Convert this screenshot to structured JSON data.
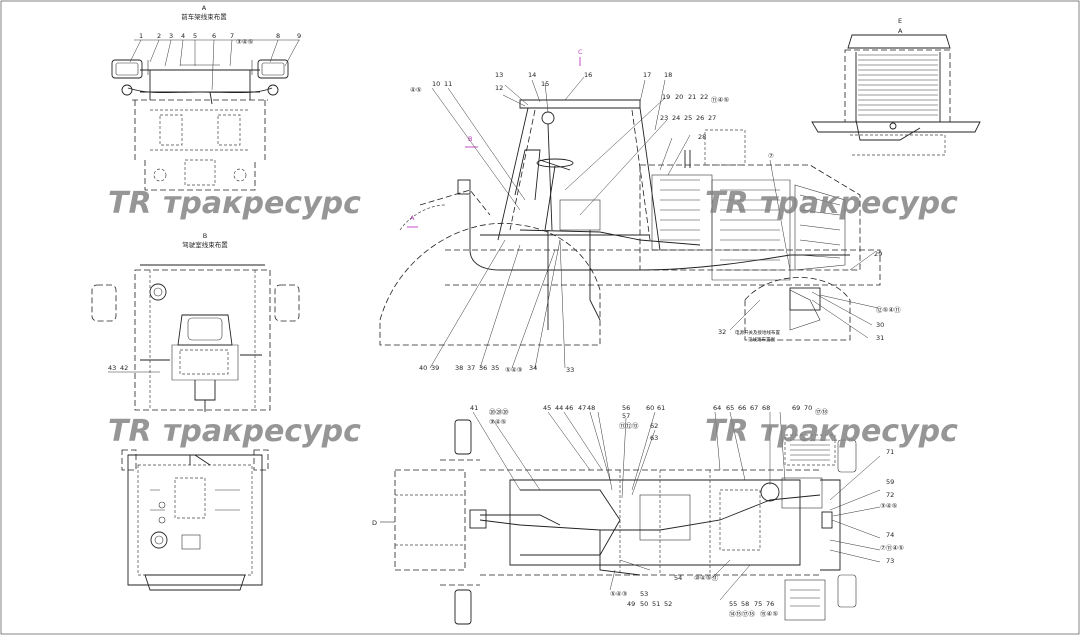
{
  "drawing": {
    "view_a_letter": "A",
    "view_a_title": "前车架线束布置",
    "view_b_letter": "B",
    "view_b_title": "驾驶室线束布置",
    "view_c_letter": "C",
    "view_e_letter": "E",
    "view_d_letter": "D",
    "side_label_a": "A",
    "side_label_b": "B",
    "note_text_1": "电源开关及接地线布置",
    "note_text_2": "见线路布置图",
    "callouts_view_a": [
      "1",
      "2",
      "3",
      "4",
      "5",
      "6",
      "7",
      "8",
      "9"
    ],
    "circle_group_a": "③④⑤",
    "callouts_side": [
      "10",
      "11",
      "12",
      "13",
      "14",
      "15",
      "16",
      "17",
      "18",
      "19",
      "20",
      "21",
      "22",
      "23",
      "24",
      "25",
      "26",
      "27",
      "28",
      "29",
      "30",
      "31",
      "32",
      "33",
      "34",
      "35",
      "36",
      "37",
      "38",
      "39",
      "40"
    ],
    "circle_group_side_top": "⑪④⑤",
    "circle_group_side_left": "④⑤",
    "circle_group_side_bottom": "⑤④③",
    "circle_group_side_right": "⑫⑤④⑪",
    "circle_marker_7": "⑦",
    "callouts_view_b": [
      "42",
      "43"
    ],
    "callouts_bottom": [
      "41",
      "44",
      "45",
      "46",
      "47",
      "48",
      "49",
      "50",
      "51",
      "52",
      "53",
      "54",
      "55",
      "56",
      "57",
      "58",
      "59",
      "60",
      "61",
      "62",
      "63",
      "64",
      "65",
      "66",
      "67",
      "68",
      "69",
      "70",
      "71",
      "72",
      "73",
      "74",
      "75",
      "76"
    ],
    "circle_group_bottom_1": "⑳⑳⑳",
    "circle_group_bottom_2": "③④⑤",
    "circle_group_bottom_3": "⑪⑫⑬",
    "circle_group_bottom_4": "⑤④③",
    "circle_group_bottom_5": "⑰⑱",
    "circle_group_bottom_6": "③④⑤",
    "circle_group_bottom_7": "⑦⑪④⑤",
    "circle_group_bottom_8": "⑭⑮⑰⑱",
    "circle_group_bottom_9": "⑩④⑤⑪",
    "circle_group_bottom_10": "⑮④⑤"
  },
  "watermark": {
    "logo": "TR",
    "text": "тракресурс"
  },
  "colors": {
    "line": "#222222",
    "watermark": "#808080",
    "marker": "#c03cc0"
  }
}
